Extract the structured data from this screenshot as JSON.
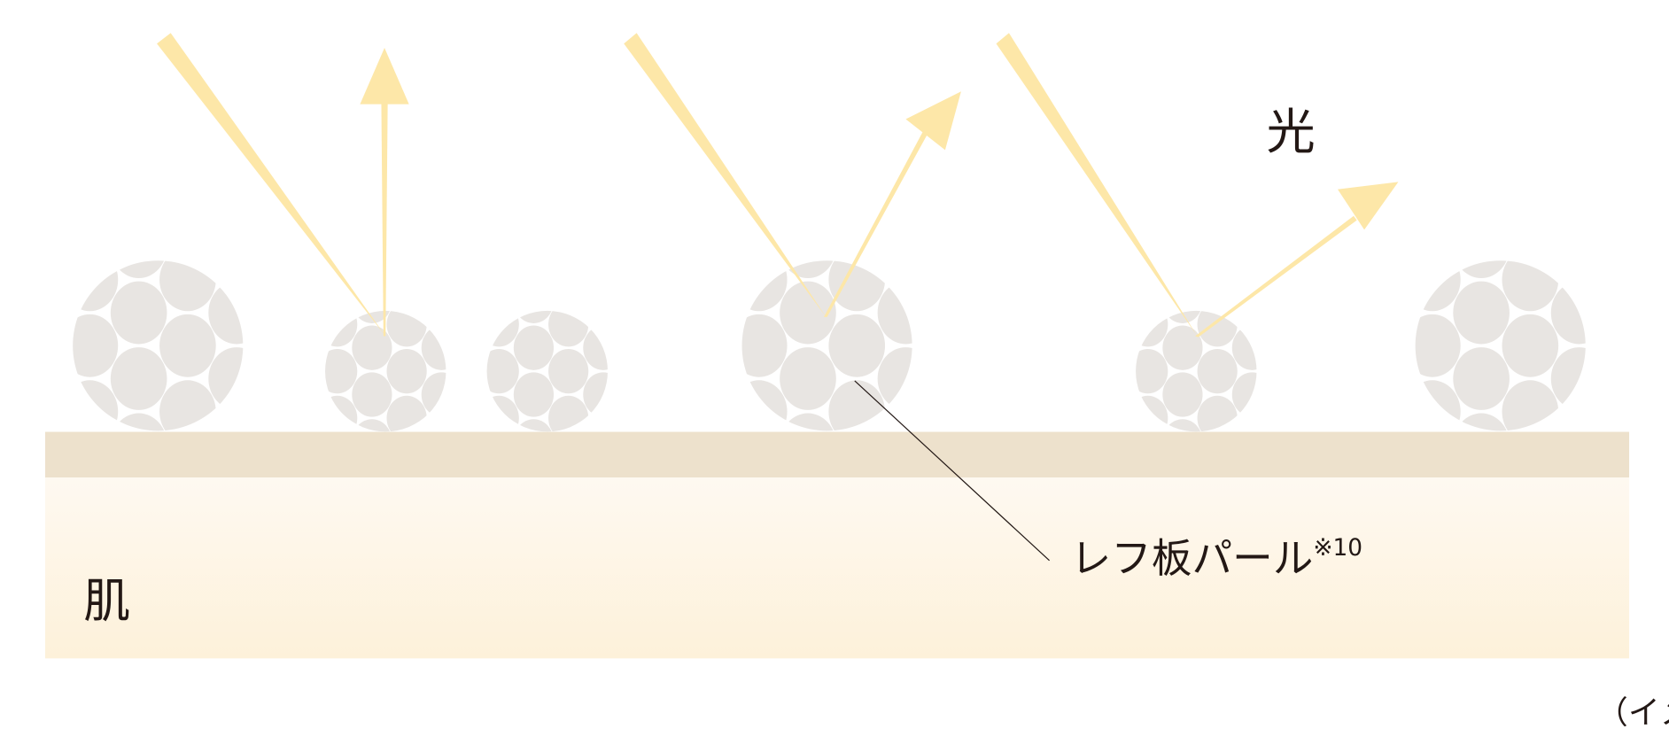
{
  "labels": {
    "light": "光",
    "pearl": "レフ板パール",
    "pearl_note": "※10",
    "skin": "肌",
    "caption": "（イメージ図）"
  },
  "colors": {
    "ray": "#fde7a8",
    "particle": "#e8e5e2",
    "skin_band": "#ede1cc",
    "skin_top": "#fef9f1",
    "skin_bottom": "#fdf1da",
    "leader": "#231815"
  },
  "particles": [
    {
      "size": "large"
    },
    {
      "size": "small"
    },
    {
      "size": "small"
    },
    {
      "size": "large"
    },
    {
      "size": "small"
    },
    {
      "size": "large"
    }
  ]
}
